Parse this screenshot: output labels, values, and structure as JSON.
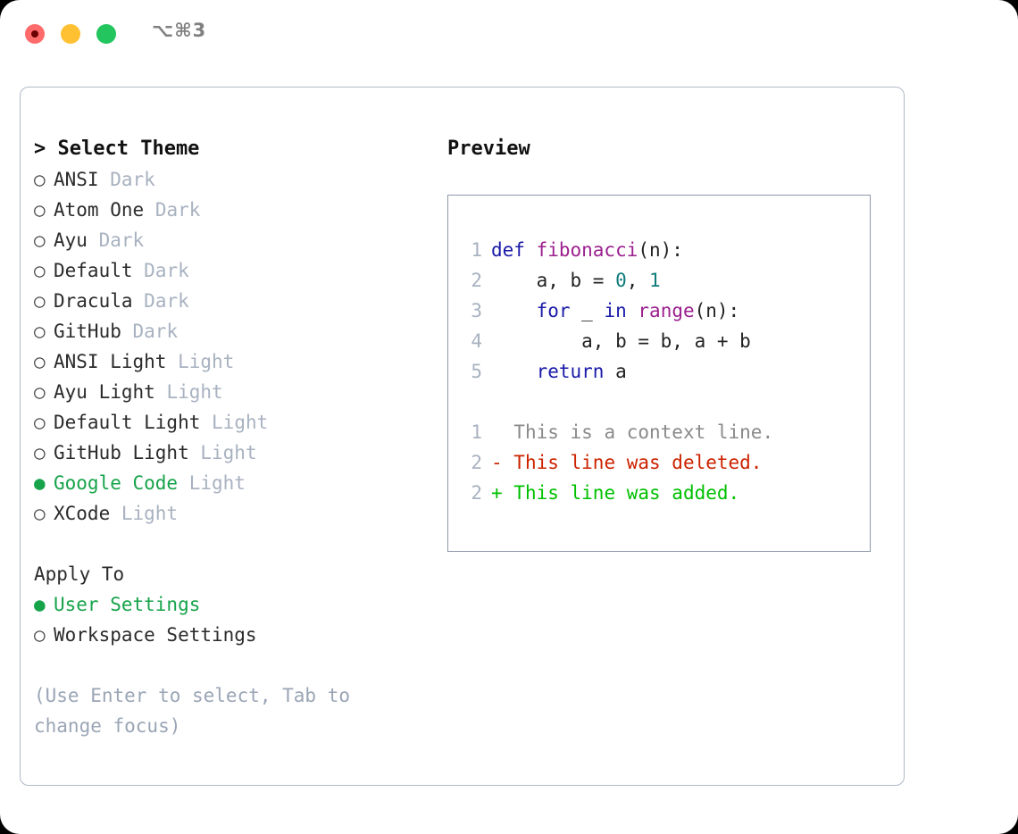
{
  "window": {
    "shortcut_label": "⌥⌘3",
    "traffic_lights": [
      "close-red",
      "minimize-yellow",
      "maximize-green"
    ],
    "accent_green": "#16a34a",
    "border_color": "#b0bac8"
  },
  "theme_picker": {
    "header": "> Select Theme",
    "header_marker": ">",
    "header_text": "Select Theme",
    "unselected_marker": "○",
    "selected_marker": "●",
    "items": [
      {
        "name": "ANSI",
        "kind": "Dark",
        "selected": false
      },
      {
        "name": "Atom One",
        "kind": "Dark",
        "selected": false
      },
      {
        "name": "Ayu",
        "kind": "Dark",
        "selected": false
      },
      {
        "name": "Default",
        "kind": "Dark",
        "selected": false
      },
      {
        "name": "Dracula",
        "kind": "Dark",
        "selected": false
      },
      {
        "name": "GitHub",
        "kind": "Dark",
        "selected": false
      },
      {
        "name": "ANSI Light",
        "kind": "Light",
        "selected": false
      },
      {
        "name": "Ayu Light",
        "kind": "Light",
        "selected": false
      },
      {
        "name": "Default Light",
        "kind": "Light",
        "selected": false
      },
      {
        "name": "GitHub Light",
        "kind": "Light",
        "selected": false
      },
      {
        "name": "Google Code",
        "kind": "Light",
        "selected": true
      },
      {
        "name": "XCode",
        "kind": "Light",
        "selected": false
      }
    ]
  },
  "apply_to": {
    "header": "Apply To",
    "items": [
      {
        "label": "User Settings",
        "selected": true
      },
      {
        "label": "Workspace Settings",
        "selected": false
      }
    ]
  },
  "hint": {
    "text": "(Use Enter to select, Tab to change focus)"
  },
  "preview": {
    "header": "Preview",
    "code_lines": [
      {
        "no": "1",
        "tokens": [
          {
            "t": "def ",
            "c": "kw"
          },
          {
            "t": "fibonacci",
            "c": "fn"
          },
          {
            "t": "(n):",
            "c": "pn"
          }
        ]
      },
      {
        "no": "2",
        "tokens": [
          {
            "t": "    a, b = ",
            "c": "pn"
          },
          {
            "t": "0",
            "c": "num"
          },
          {
            "t": ", ",
            "c": "pn"
          },
          {
            "t": "1",
            "c": "num"
          }
        ]
      },
      {
        "no": "3",
        "tokens": [
          {
            "t": "    ",
            "c": "pn"
          },
          {
            "t": "for",
            "c": "kw"
          },
          {
            "t": " _ ",
            "c": "pn"
          },
          {
            "t": "in",
            "c": "kw"
          },
          {
            "t": " ",
            "c": "pn"
          },
          {
            "t": "range",
            "c": "fn"
          },
          {
            "t": "(n):",
            "c": "pn"
          }
        ]
      },
      {
        "no": "4",
        "tokens": [
          {
            "t": "        a, b = b, a + b",
            "c": "pn"
          }
        ]
      },
      {
        "no": "5",
        "tokens": [
          {
            "t": "    ",
            "c": "pn"
          },
          {
            "t": "return",
            "c": "kw"
          },
          {
            "t": " a",
            "c": "pn"
          }
        ]
      }
    ],
    "diff_lines": [
      {
        "no": "1",
        "marker": " ",
        "text": "This is a context line.",
        "kind": "diff-ctx"
      },
      {
        "no": "2",
        "marker": "-",
        "text": "This line was deleted.",
        "kind": "diff-del"
      },
      {
        "no": "2",
        "marker": "+",
        "text": "This line was added.",
        "kind": "diff-add"
      }
    ],
    "syntax_colors": {
      "keyword": "#1a1aa8",
      "function": "#9b1f8e",
      "number": "#0f7b7b",
      "plain": "#222222",
      "lineno": "#a8b2c0",
      "diff_context": "#8a8a8a",
      "diff_deleted": "#cc2200",
      "diff_added": "#00c000"
    }
  }
}
